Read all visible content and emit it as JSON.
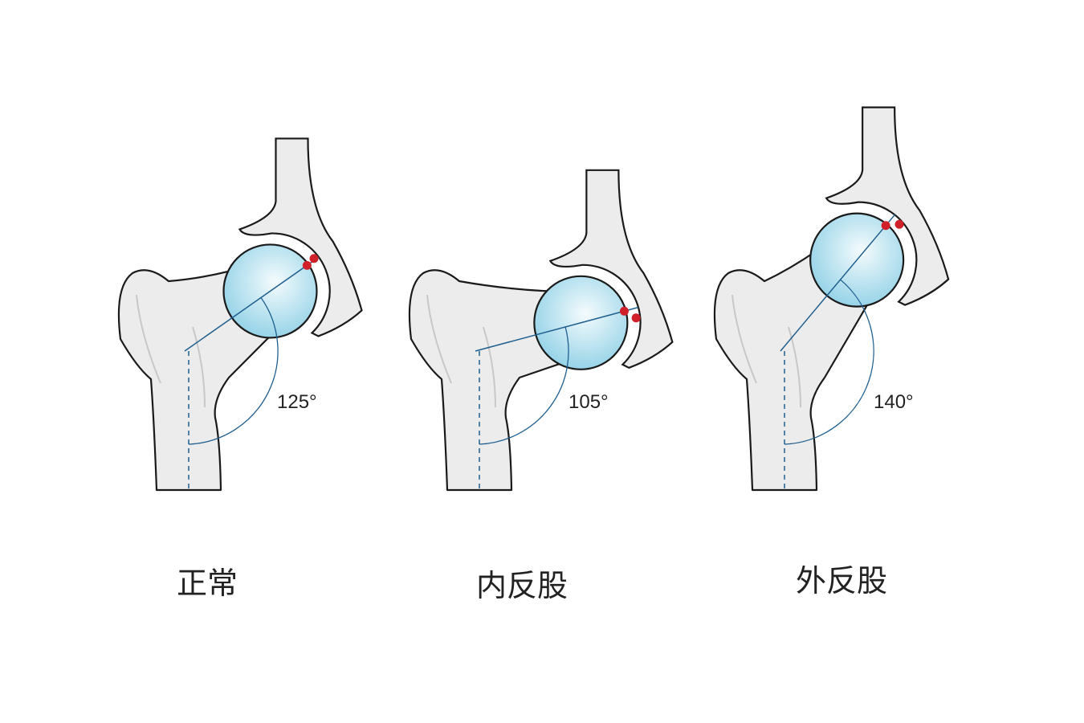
{
  "panels": [
    {
      "caption": "正常",
      "angle_label": "125°",
      "neck_shaft_angle": 125
    },
    {
      "caption": "内反股",
      "angle_label": "105°",
      "neck_shaft_angle": 105
    },
    {
      "caption": "外反股",
      "angle_label": "140°",
      "neck_shaft_angle": 140
    }
  ],
  "colors": {
    "bone": "#ececec",
    "outline": "#1a1a1a",
    "head": "#a9dcec",
    "axis": "#1f5f8f",
    "marker": "#d0202a"
  }
}
